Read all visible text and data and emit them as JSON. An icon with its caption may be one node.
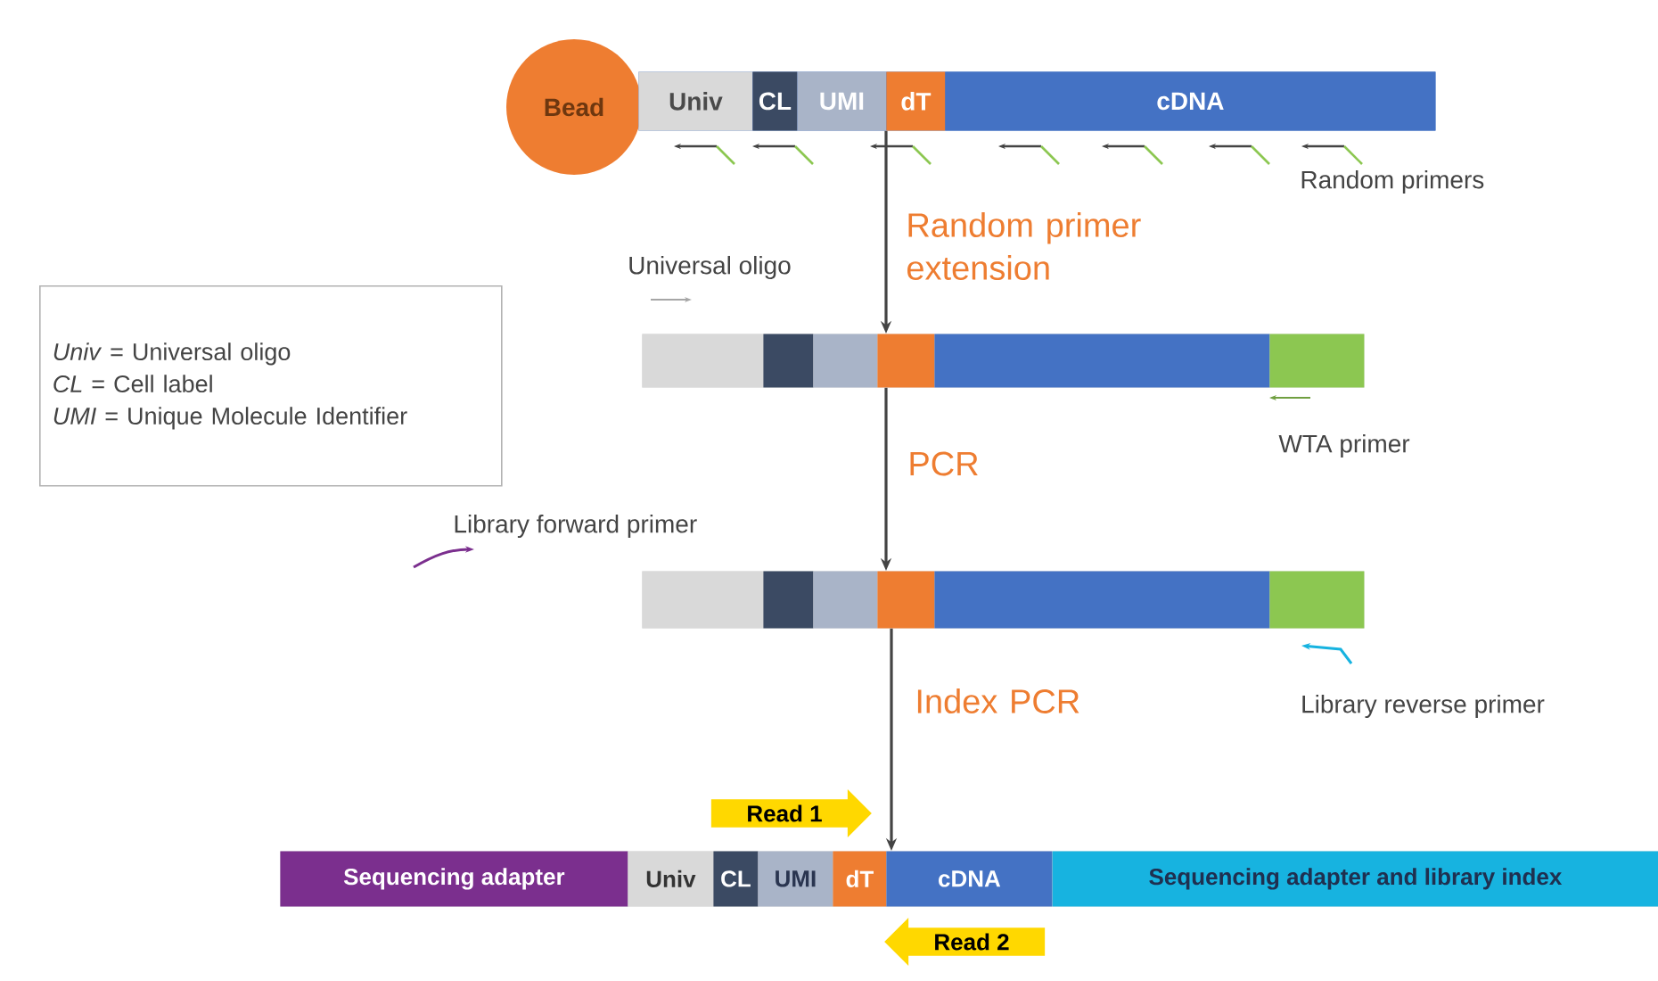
{
  "diagram": {
    "nodes": [
      {
        "text": [
          "Bead"
        ]
      },
      {
        "text": [],
        "shape": "bar"
      },
      {
        "text": [
          "Univ"
        ],
        "in": 1
      },
      {
        "text": [
          "CL"
        ],
        "in": 1
      },
      {
        "text": [
          "UMI"
        ],
        "in": 1
      },
      {
        "text": [
          "dT"
        ],
        "in": 1
      },
      {
        "text": [
          "cDNA"
        ],
        "in": 1
      },
      {
        "text": [
          "*Univ* = Universal oligo",
          "*CL* = Cell label",
          "*UMI* = Unique Molecule Identifier"
        ]
      },
      {
        "text": [],
        "shape": "bar"
      },
      {
        "text": [],
        "shape": "bar",
        "in": 8
      },
      {
        "text": [],
        "shape": "bar",
        "in": 8
      },
      {
        "text": [],
        "shape": "bar",
        "in": 8
      },
      {
        "text": [],
        "shape": "bar",
        "in": 8
      },
      {
        "text": [],
        "shape": "bar",
        "in": 8
      },
      {
        "text": [],
        "shape": "bar",
        "in": 8
      },
      {
        "text": [],
        "shape": "bar"
      },
      {
        "text": [],
        "shape": "bar",
        "in": 15
      },
      {
        "text": [],
        "shape": "bar",
        "in": 15
      },
      {
        "text": [],
        "shape": "bar",
        "in": 15
      },
      {
        "text": [],
        "shape": "bar",
        "in": 15
      },
      {
        "text": [],
        "shape": "bar",
        "in": 15
      },
      {
        "text": [],
        "shape": "bar",
        "in": 15
      },
      {
        "text": [
          "Read 1"
        ]
      },
      {
        "text": [],
        "shape": "bar"
      },
      {
        "text": [
          "Sequencing adapter"
        ],
        "in": 23
      },
      {
        "text": [
          "Univ"
        ],
        "in": 23
      },
      {
        "text": [
          "CL"
        ],
        "in": 23
      },
      {
        "text": [
          "UMI"
        ],
        "in": 23
      },
      {
        "text": [
          "dT"
        ],
        "in": 23
      },
      {
        "text": [
          "cDNA"
        ],
        "in": 23
      },
      {
        "text": [
          "Sequencing adapter and library index"
        ],
        "in": 23
      },
      {
        "text": [
          "Read 2"
        ]
      }
    ],
    "edges": [
      {
        "from": 1,
        "to": 8,
        "arrow": "to",
        "label": "Random primer extension"
      },
      {
        "from": 8,
        "to": 15,
        "arrow": "to",
        "label": "PCR"
      },
      {
        "from": 15,
        "to": 23,
        "arrow": "to",
        "label": "Index PCR"
      }
    ],
    "labels": [
      "Random primers",
      "Universal oligo",
      "WTA primer",
      "Library forward primer",
      "Library reverse primer"
    ]
  }
}
